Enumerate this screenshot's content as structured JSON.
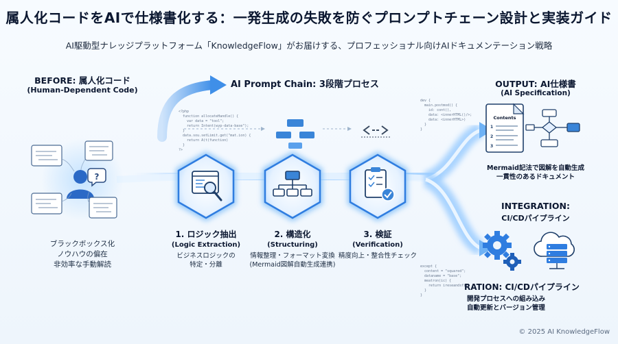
{
  "title": "属人化コードをAIで仕様書化する：一発生成の失敗を防ぐプロンプトチェーン設計と実装ガイド",
  "subtitle": "AI駆動型ナレッジプラットフォーム「KnowledgeFlow」がお届けする、プロフェッショナル向けAIドキュメンテーション戦略",
  "before": {
    "title": "BEFORE: 属人化コード",
    "title_en": "(Human-Dependent Code)",
    "desc_1": "ブラックボックス化",
    "desc_2": "ノウハウの偏在",
    "desc_3": "非効率な手動解読"
  },
  "chain": {
    "title": "AI Prompt Chain: 3段階プロセス",
    "steps": [
      {
        "title": "1. ロジック抽出",
        "title_en": "(Logic Extraction)",
        "desc_1": "ビジネスロジックの",
        "desc_2": "特定・分離"
      },
      {
        "title": "2. 構造化",
        "title_en": "(Structuring)",
        "desc_1": "情報整理・フォーマット変換",
        "desc_2": "(Mermaid図解自動生成連携)"
      },
      {
        "title": "3. 検証",
        "title_en": "(Verification)",
        "desc_1": "精度向上・整合性チェック",
        "desc_2": ""
      }
    ]
  },
  "output": {
    "title": "OUTPUT: AI仕様書",
    "title_en": "(AI Specification)",
    "doc_heading": "Contents",
    "desc_1": "Mermaid記法で図解を自動生成",
    "desc_2": "一貫性のあるドキュメント"
  },
  "integration": {
    "title": "INTEGRATION:",
    "title_2": "CI/CDパイプライン",
    "label": "RATION: CI/CDパイプライン",
    "desc_1": "開発プロセスへの組み込み",
    "desc_2": "自動更新とバージョン管理"
  },
  "code_snippets": {
    "php": "<?php\n  function allocateHandle() {\n    var data = \"tool\";\n    return Intent(wyp-data-base\");\n  }\n  data.sou.setLimit.get(\"mat.ion) {\n    return A(t(function)\n  }\n?>",
    "js_top": "dev {\n  main.postmod() {\n    id: cont(),\n    data: <innerHTML()/>;\n    data: <innerHTML>)\n  }\n}",
    "js_bottom": "except {\n  content = \"squared\";\n  dataname = \"base\";\n  meatron(ic) {\n    return ireseandsfi()\n  }\n}"
  },
  "footer": "© 2025 AI KnowledgeFlow",
  "colors": {
    "accent": "#2f7de0",
    "glow": "#8ec9ff",
    "dark": "#0b1730"
  }
}
